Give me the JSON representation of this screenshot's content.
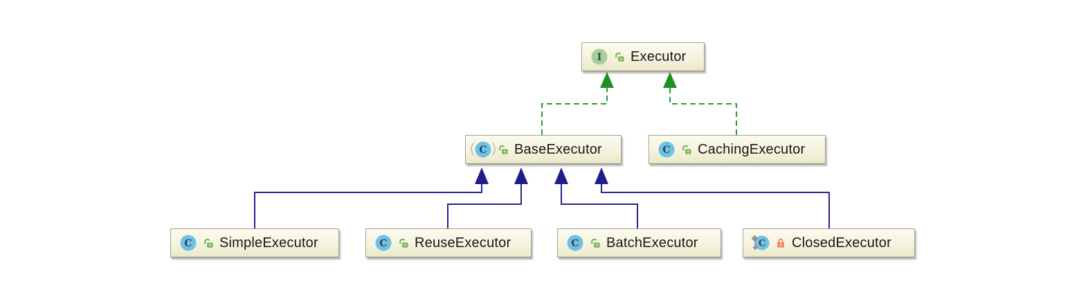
{
  "diagram": {
    "kind": "uml-class-hierarchy",
    "nodes": [
      {
        "label": "Executor",
        "type": "interface",
        "visibility": "public",
        "icon_letter": "I"
      },
      {
        "label": "BaseExecutor",
        "type": "abstract-class",
        "visibility": "public",
        "icon_letter": "C"
      },
      {
        "label": "CachingExecutor",
        "type": "class",
        "visibility": "public",
        "icon_letter": "C"
      },
      {
        "label": "SimpleExecutor",
        "type": "class",
        "visibility": "public",
        "icon_letter": "C"
      },
      {
        "label": "ReuseExecutor",
        "type": "class",
        "visibility": "public",
        "icon_letter": "C"
      },
      {
        "label": "BatchExecutor",
        "type": "class",
        "visibility": "public",
        "icon_letter": "C"
      },
      {
        "label": "ClosedExecutor",
        "type": "nested-class",
        "visibility": "private",
        "icon_letter": "C"
      }
    ],
    "edges": [
      {
        "from": "BaseExecutor",
        "to": "Executor",
        "relation": "implements",
        "style": "green-dashed"
      },
      {
        "from": "CachingExecutor",
        "to": "Executor",
        "relation": "implements",
        "style": "green-dashed"
      },
      {
        "from": "SimpleExecutor",
        "to": "BaseExecutor",
        "relation": "extends",
        "style": "blue-solid"
      },
      {
        "from": "ReuseExecutor",
        "to": "BaseExecutor",
        "relation": "extends",
        "style": "blue-solid"
      },
      {
        "from": "BatchExecutor",
        "to": "BaseExecutor",
        "relation": "extends",
        "style": "blue-solid"
      },
      {
        "from": "ClosedExecutor",
        "to": "BaseExecutor",
        "relation": "extends",
        "style": "blue-solid"
      }
    ],
    "colors": {
      "implements_edge": "#2E9732",
      "extends_edge": "#23238E",
      "node_fill_top": "#FCFBEE",
      "node_fill_bottom": "#EBE8C9",
      "node_border": "#A6A294",
      "interface_icon_bg": "#A9CF9E",
      "class_icon_bg": "#6EC2E6",
      "icon_letter_color": "#35414A",
      "public_lock": "#7FB95E",
      "private_lock": "#ED8E68",
      "nested_decoration": "#8D98A1",
      "background": "#FFFFFF"
    }
  }
}
